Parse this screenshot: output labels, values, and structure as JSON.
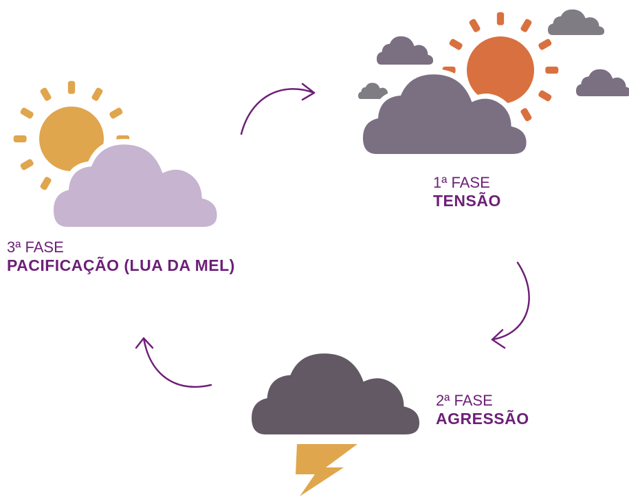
{
  "colors": {
    "accent_purple": "#6d2077",
    "text_purple": "#6d2077",
    "sun_orange": "#d9703f",
    "sun_gold": "#dfa64d",
    "cloud_dark": "#625965",
    "cloud_mauve": "#7b6f82",
    "cloud_gray": "#807c83",
    "cloud_lilac": "#c6b4d0",
    "lightning": "#dfa64d"
  },
  "phases": [
    {
      "number_label": "1ª FASE",
      "name": "TENSÃO",
      "icon": "sun-behind-cloud-icon"
    },
    {
      "number_label": "2ª FASE",
      "name": "AGRESSÃO",
      "icon": "storm-cloud-lightning-icon"
    },
    {
      "number_label": "3ª FASE",
      "name": "PACIFICAÇÃO (LUA DA MEL)",
      "icon": "sun-behind-light-cloud-icon"
    }
  ],
  "cycle_arrows": [
    {
      "from": "3ª FASE",
      "to": "1ª FASE",
      "icon": "curved-arrow-icon"
    },
    {
      "from": "1ª FASE",
      "to": "2ª FASE",
      "icon": "curved-arrow-icon"
    },
    {
      "from": "2ª FASE",
      "to": "3ª FASE",
      "icon": "curved-arrow-icon"
    }
  ]
}
